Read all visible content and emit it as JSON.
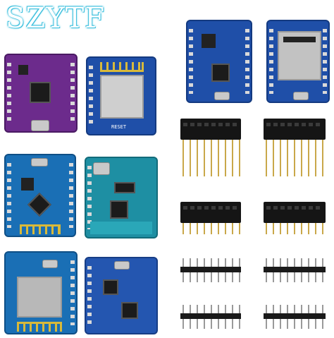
{
  "brand": {
    "logo_text": "SZYTF",
    "color": "#2ab8d8"
  },
  "boards": [
    {
      "name": "purple-d1-mini",
      "color": "#6c2b8c"
    },
    {
      "name": "blue-d1-mini-esp12",
      "color": "#1f4fa8",
      "label": "RESET"
    },
    {
      "name": "blue-d1-mini-esp32",
      "color": "#1f4fa8"
    },
    {
      "name": "blue-d1-mini-esp32-wroom",
      "color": "#1f4fa8"
    },
    {
      "name": "blue-d1-mini-pro",
      "color": "#1a6fb5"
    },
    {
      "name": "teal-d1-mini-usb-c",
      "color": "#1e8fa3"
    },
    {
      "name": "blue-d1-mini-lite",
      "color": "#1a6fb5"
    },
    {
      "name": "blue-d1-mini-v4",
      "color": "#2456b0"
    }
  ],
  "headers": {
    "female_long": 2,
    "female_short": 2,
    "male": 4
  }
}
